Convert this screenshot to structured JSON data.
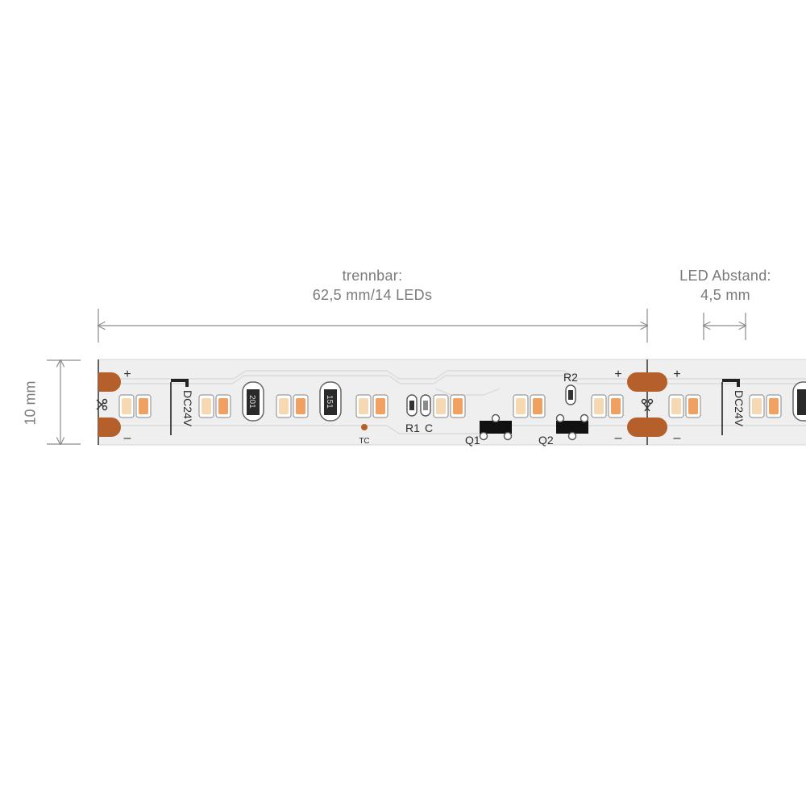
{
  "dimensions": {
    "cut_length": {
      "line1": "trennbar:",
      "line2": "62,5 mm/14 LEDs"
    },
    "led_pitch": {
      "line1": "LED Abstand:",
      "line2": "4,5 mm"
    },
    "strip_width": "10 mm"
  },
  "strip_markings": {
    "plus": "+",
    "minus": "–",
    "voltage": "DC24V",
    "resistor_codes": [
      "201",
      "151"
    ],
    "tc": "TC",
    "r1": "R1",
    "c": "C",
    "r2": "R2",
    "q1": "Q1",
    "q2": "Q2"
  },
  "colors": {
    "pcb": "#efefef",
    "copper_pad": "#b5602a",
    "led_warm": "#f0a060",
    "led_cool": "#f6d9b2",
    "dimension_line": "#8a8a8a",
    "text": "#7a7a7a"
  }
}
